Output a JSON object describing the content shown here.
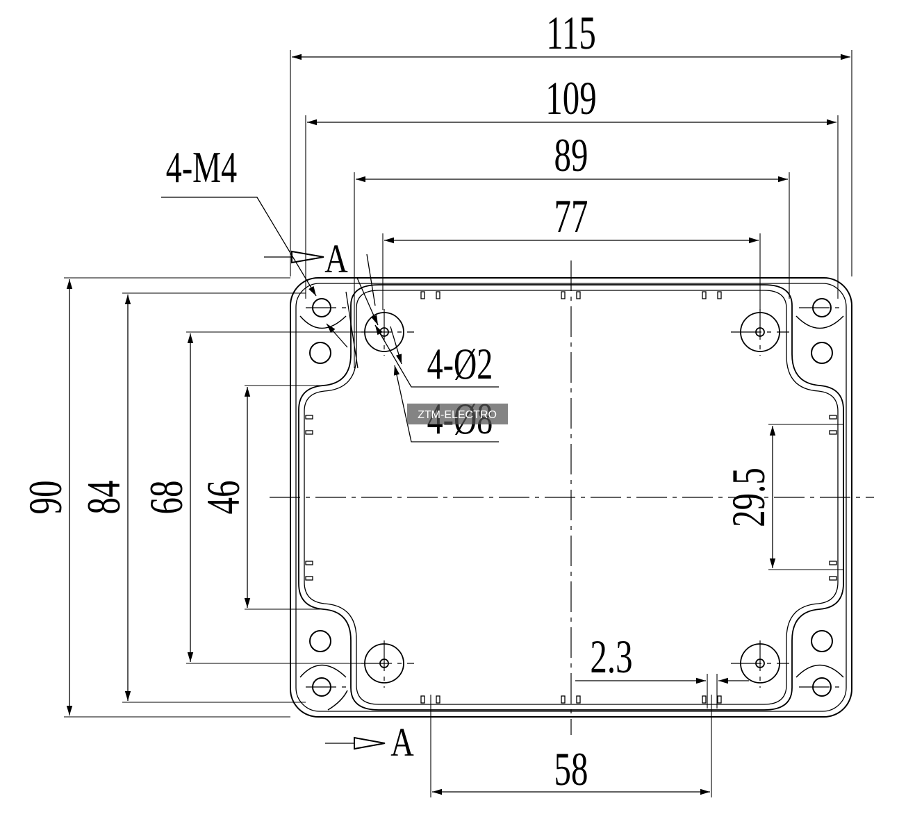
{
  "drawing": {
    "dimensions": {
      "overall_width": "115",
      "flange_width": "109",
      "hole_span_width": "89",
      "inner_hole_width": "77",
      "overall_height": "90",
      "flange_height": "84",
      "hole_span_height": "68",
      "inner_hole_height": "46",
      "rib_offset": "29.5",
      "wall_thickness": "2.3",
      "bottom_span": "58"
    },
    "callouts": {
      "mount_thread": "4-M4",
      "small_hole": "4-Ø2",
      "boss_diameter": "4-Ø8"
    },
    "section_labels": {
      "top": "A",
      "bottom": "A"
    },
    "watermark": "ZTM-ELECTRO",
    "colors": {
      "line": "#000000",
      "watermark_bg": "#555555"
    }
  }
}
